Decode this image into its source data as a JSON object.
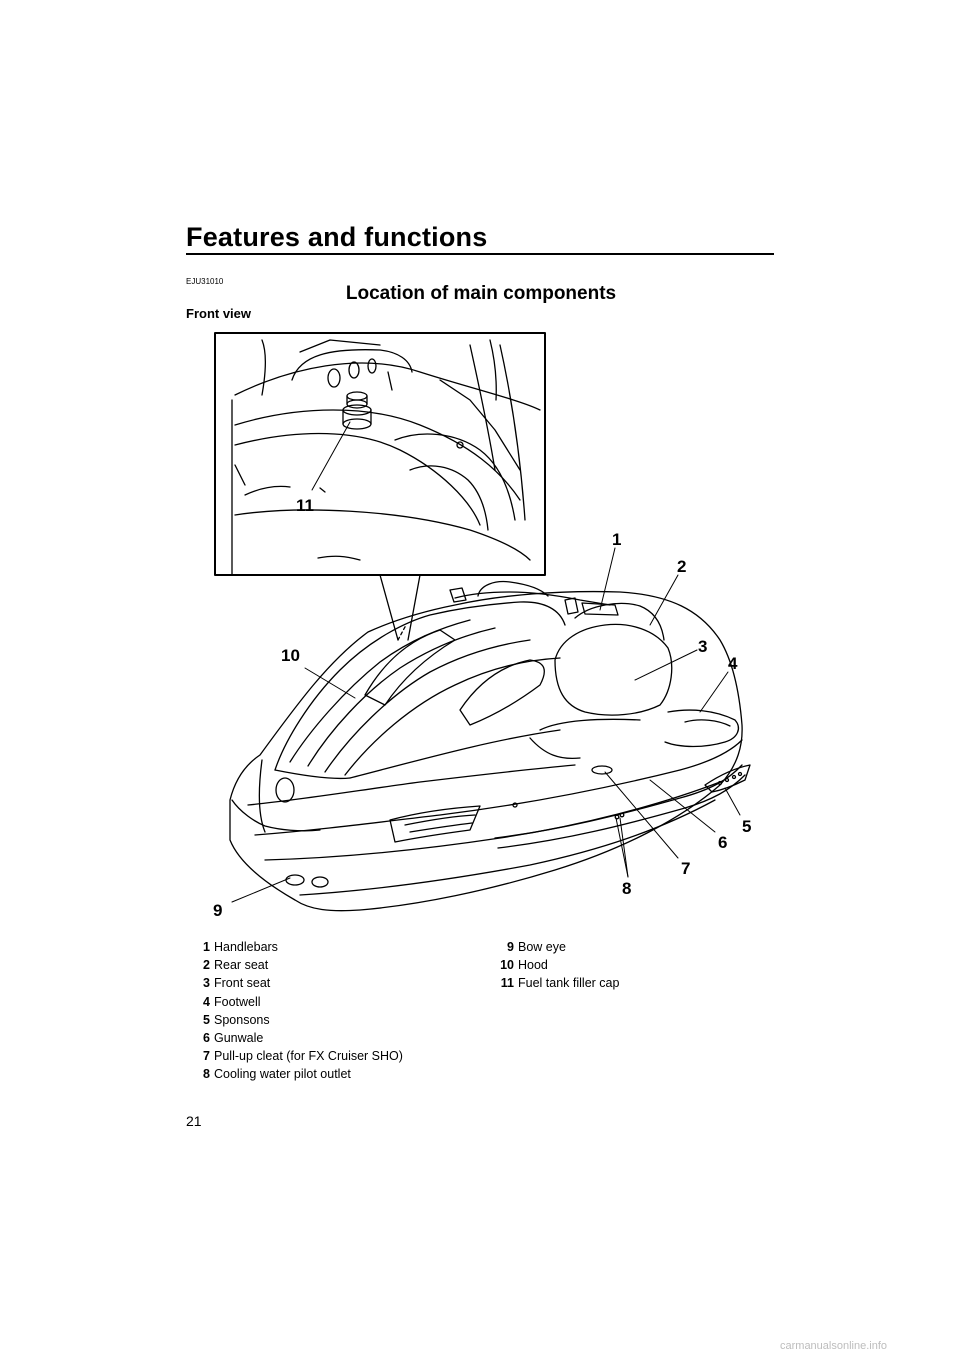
{
  "header": {
    "title": "Features and functions",
    "doc_code": "EJU31010",
    "section_title": "Location of main components",
    "subheading": "Front view"
  },
  "figure": {
    "callouts": {
      "c1": "1",
      "c2": "2",
      "c3": "3",
      "c4": "4",
      "c5": "5",
      "c6": "6",
      "c7": "7",
      "c8": "8",
      "c9": "9",
      "c10": "10",
      "c11": "11"
    }
  },
  "legend": {
    "left": [
      {
        "num": "1",
        "label": "Handlebars"
      },
      {
        "num": "2",
        "label": "Rear seat"
      },
      {
        "num": "3",
        "label": "Front seat"
      },
      {
        "num": "4",
        "label": "Footwell"
      },
      {
        "num": "5",
        "label": "Sponsons"
      },
      {
        "num": "6",
        "label": "Gunwale"
      },
      {
        "num": "7",
        "label": "Pull-up cleat (for FX Cruiser SHO)"
      },
      {
        "num": "8",
        "label": "Cooling water pilot outlet"
      }
    ],
    "right": [
      {
        "num": "9",
        "label": "Bow eye"
      },
      {
        "num": "10",
        "label": "Hood"
      },
      {
        "num": "11",
        "label": "Fuel tank filler cap"
      }
    ]
  },
  "footer": {
    "page_number": "21",
    "watermark": "carmanualsonline.info"
  }
}
